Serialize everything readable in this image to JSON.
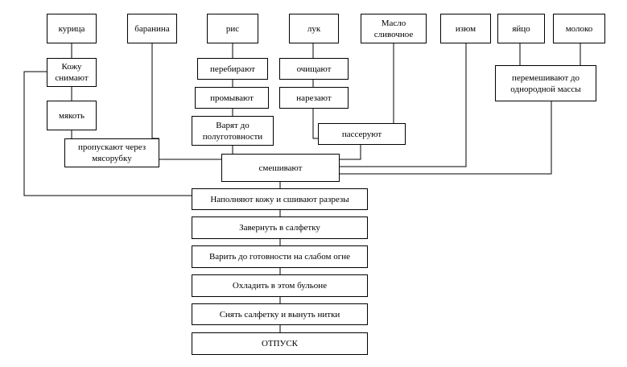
{
  "ingredients": {
    "chicken": "курица",
    "mutton": "баранина",
    "rice": "рис",
    "onion": "лук",
    "butter": "Масло сливочное",
    "raisins": "изюм",
    "egg": "яйцо",
    "milk": "молоко"
  },
  "steps": {
    "skin_removed": "Кожу снимают",
    "meat": "мякоть",
    "mince": "пропускают через мясорубку",
    "sort": "перебирают",
    "wash": "промывают",
    "half_cook": "Варят до полуготовности",
    "peel": "очищают",
    "cut": "нарезают",
    "saute": "пассеруют",
    "mix_eggmilk": "перемешивают до однородной массы",
    "combine": "смешивают",
    "fill": "Наполняют кожу и сшивают разрезы",
    "wrap": "Завернуть в салфетку",
    "boil": "Варить до готовности на слабом огне",
    "cool": "Охладить в этом бульоне",
    "remove": "Снять салфетку и вынуть нитки",
    "serve": "ОТПУСК"
  }
}
